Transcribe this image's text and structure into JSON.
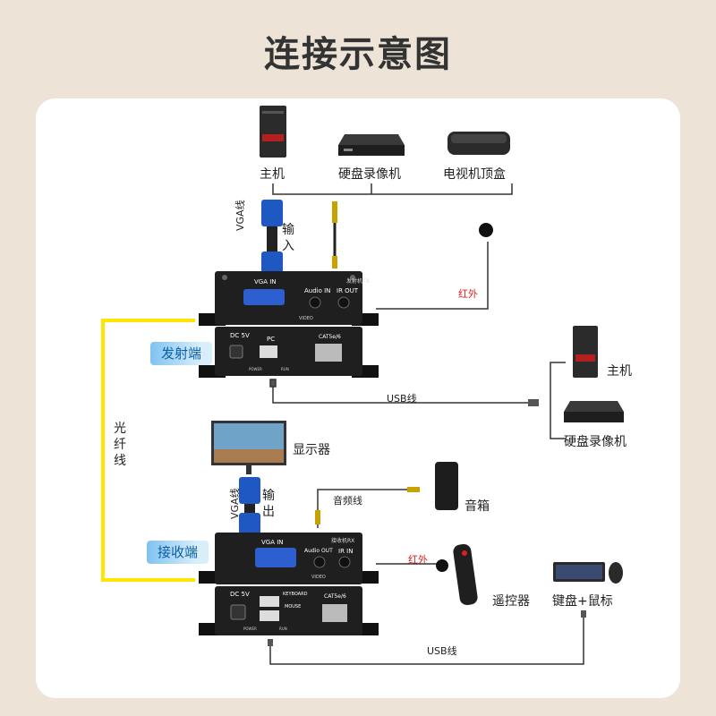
{
  "title": "连接示意图",
  "devices_top": {
    "host": "主机",
    "dvr": "硬盘录像机",
    "tv_box": "电视机顶盒"
  },
  "cables": {
    "vga_top": "VGA线",
    "input_vert": "输入",
    "ir_top": "红外",
    "usb_top": "USB线",
    "fiber_vert": "光纤线",
    "vga_bottom": "VGA线",
    "output_vert": "输出",
    "audio_line": "音频线",
    "ir_bottom": "红外",
    "usb_bottom": "USB线"
  },
  "transmitter": {
    "badge": "发射端",
    "model": "发射机TX",
    "vga_in": "VGA IN",
    "audio_in": "Audio IN",
    "ir_out": "IR OUT",
    "video": "VIDEO",
    "dc": "DC 5V",
    "pc": "PC",
    "cat": "CAT5e/6",
    "power": "POWER",
    "run": "RUN"
  },
  "receiver": {
    "badge": "接收端",
    "model": "接收机RX",
    "vga_in": "VGA IN",
    "audio_out": "Audio OUT",
    "ir_in": "IR IN",
    "video": "VIDEO",
    "dc": "DC 5V",
    "keyboard": "KEYBOARD",
    "mouse": "MOUSE",
    "cat": "CAT5e/6",
    "power": "POWER",
    "run": "RUN"
  },
  "devices_right": {
    "host": "主机",
    "dvr": "硬盘录像机"
  },
  "devices_bottom": {
    "monitor": "显示器",
    "speaker": "音箱",
    "remote": "遥控器",
    "kbm": "键盘+鼠标"
  },
  "colors": {
    "fiber": "#ffe600",
    "device_body": "#222222",
    "badge_text": "#0b5fa5",
    "ir_label": "#d81e1e"
  }
}
